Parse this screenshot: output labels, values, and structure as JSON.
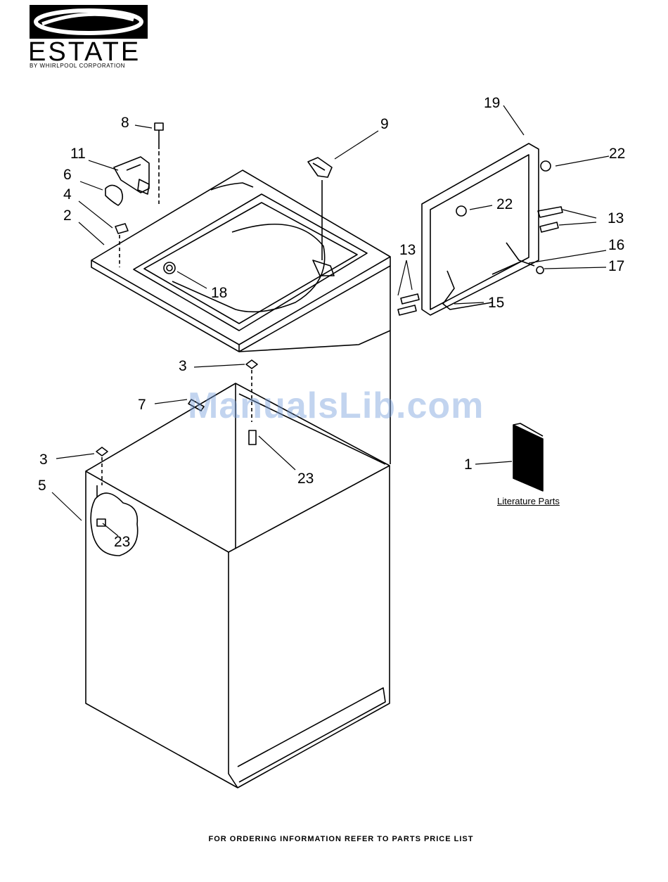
{
  "logo": {
    "brand": "ESTATE",
    "subtitle": "BY WHIRLPOOL CORPORATION"
  },
  "callouts": {
    "c1": "1",
    "c2": "2",
    "c3a": "3",
    "c3b": "3",
    "c4": "4",
    "c5": "5",
    "c6": "6",
    "c7": "7",
    "c8": "8",
    "c9": "9",
    "c11": "11",
    "c13a": "13",
    "c13b": "13",
    "c15": "15",
    "c16": "16",
    "c17": "17",
    "c18": "18",
    "c19": "19",
    "c22a": "22",
    "c22b": "22",
    "c23a": "23",
    "c23b": "23"
  },
  "literature_label": "Literature Parts",
  "watermark": "ManualsLib.com",
  "footer": "FOR ORDERING INFORMATION REFER TO PARTS PRICE LIST"
}
